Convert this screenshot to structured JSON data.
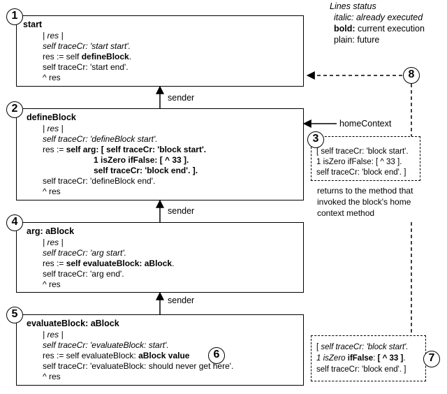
{
  "legend": {
    "title": "Lines status",
    "italic_key": "italic:",
    "italic_desc": "already executed",
    "bold_key": "bold:",
    "bold_desc": "current execution",
    "plain_key": "plain:",
    "plain_desc": "future"
  },
  "markers": {
    "m1": "1",
    "m2": "2",
    "m3": "3",
    "m4": "4",
    "m5": "5",
    "m6": "6",
    "m7": "7",
    "m8": "8"
  },
  "box1": {
    "title": "start",
    "l1": "| res |",
    "l2": "self traceCr: 'start start'.",
    "l3a": "res := self ",
    "l3b": "defineBlock",
    "l3c": ".",
    "l4": "self traceCr: 'start end'.",
    "l5": "^ res"
  },
  "box2": {
    "title": "defineBlock",
    "l1": "| res |",
    "l2": "self traceCr: 'defineBlock start'.",
    "l3a": "res := ",
    "l3b": "self arg: [ self traceCr: 'block start'.",
    "l4": "1 isZero ifFalse: [ ^ 33 ].",
    "l5": "self traceCr: 'block end'. ].",
    "l6": "self traceCr: 'defineBlock end'.",
    "l7": "^ res"
  },
  "box4": {
    "title": "arg: aBlock",
    "l1": "| res |",
    "l2": "self traceCr: 'arg start'.",
    "l3a": "res := ",
    "l3b": "self evaluateBlock: aBlock",
    "l3c": ".",
    "l4": "self traceCr: 'arg end'.",
    "l5": "^ res"
  },
  "box5": {
    "title": "evaluateBlock: aBlock",
    "l1": "| res |",
    "l2": "self traceCr: 'evaluateBlock: start'.",
    "l3a": "res := self evaluateBlock: ",
    "l3b": "aBlock value",
    "l4": "self traceCr: 'evaluateBlock: should never get here'.",
    "l5": "^  res"
  },
  "block3": {
    "l1": "[ self traceCr: 'block start'.",
    "l2": "1 isZero ifFalse: [ ^ 33 ].",
    "l3": "self traceCr: 'block end'. ]"
  },
  "block7": {
    "l1a": "[ ",
    "l1b": "self traceCr: 'block start'.",
    "l2a": "1 isZero ",
    "l2b": "ifFalse",
    "l2c": ": ",
    "l2d": "[ ^ 33 ]",
    "l2e": ".",
    "l3": "self traceCr: 'block end'. ]"
  },
  "labels": {
    "sender1": "sender",
    "sender2": "sender",
    "sender3": "sender",
    "home_context": "homeContext",
    "returns1": "returns to the method that",
    "returns2": "invoked the block's home",
    "returns3": "context method"
  }
}
